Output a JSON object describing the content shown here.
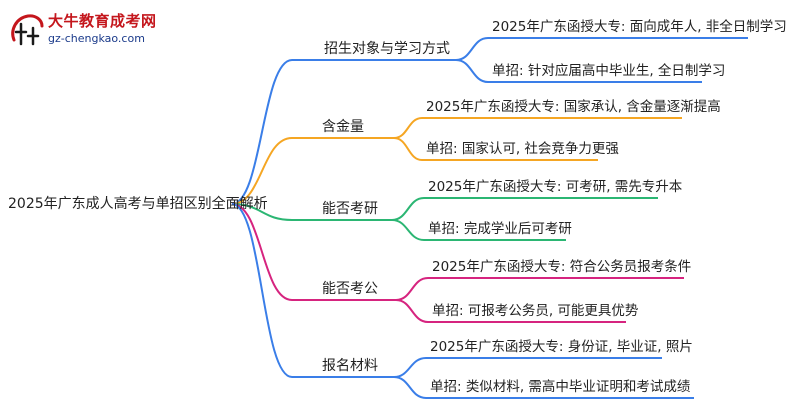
{
  "logo": {
    "title": "大牛教育成考网",
    "url": "gz-chengkao.com"
  },
  "root": "2025年广东成人高考与单招区别全面解析",
  "colors": {
    "blue": "#3a7ee8",
    "orange": "#f5a623",
    "green": "#2bb673",
    "magenta": "#d6247f",
    "logo_red": "#c4161c"
  },
  "branches": [
    {
      "label": "招生对象与学习方式",
      "color": "blue",
      "leaves": [
        "2025年广东函授大专: 面向成年人, 非全日制学习",
        "单招: 针对应届高中毕业生, 全日制学习"
      ]
    },
    {
      "label": "含金量",
      "color": "orange",
      "leaves": [
        "2025年广东函授大专: 国家承认, 含金量逐渐提高",
        "单招: 国家认可, 社会竞争力更强"
      ]
    },
    {
      "label": "能否考研",
      "color": "green",
      "leaves": [
        "2025年广东函授大专: 可考研, 需先专升本",
        "单招: 完成学业后可考研"
      ]
    },
    {
      "label": "能否考公",
      "color": "magenta",
      "leaves": [
        "2025年广东函授大专: 符合公务员报考条件",
        "单招: 可报考公务员, 可能更具优势"
      ]
    },
    {
      "label": "报名材料",
      "color": "blue",
      "leaves": [
        "2025年广东函授大专: 身份证, 毕业证, 照片",
        "单招: 类似材料, 需高中毕业证明和考试成绩"
      ]
    }
  ]
}
